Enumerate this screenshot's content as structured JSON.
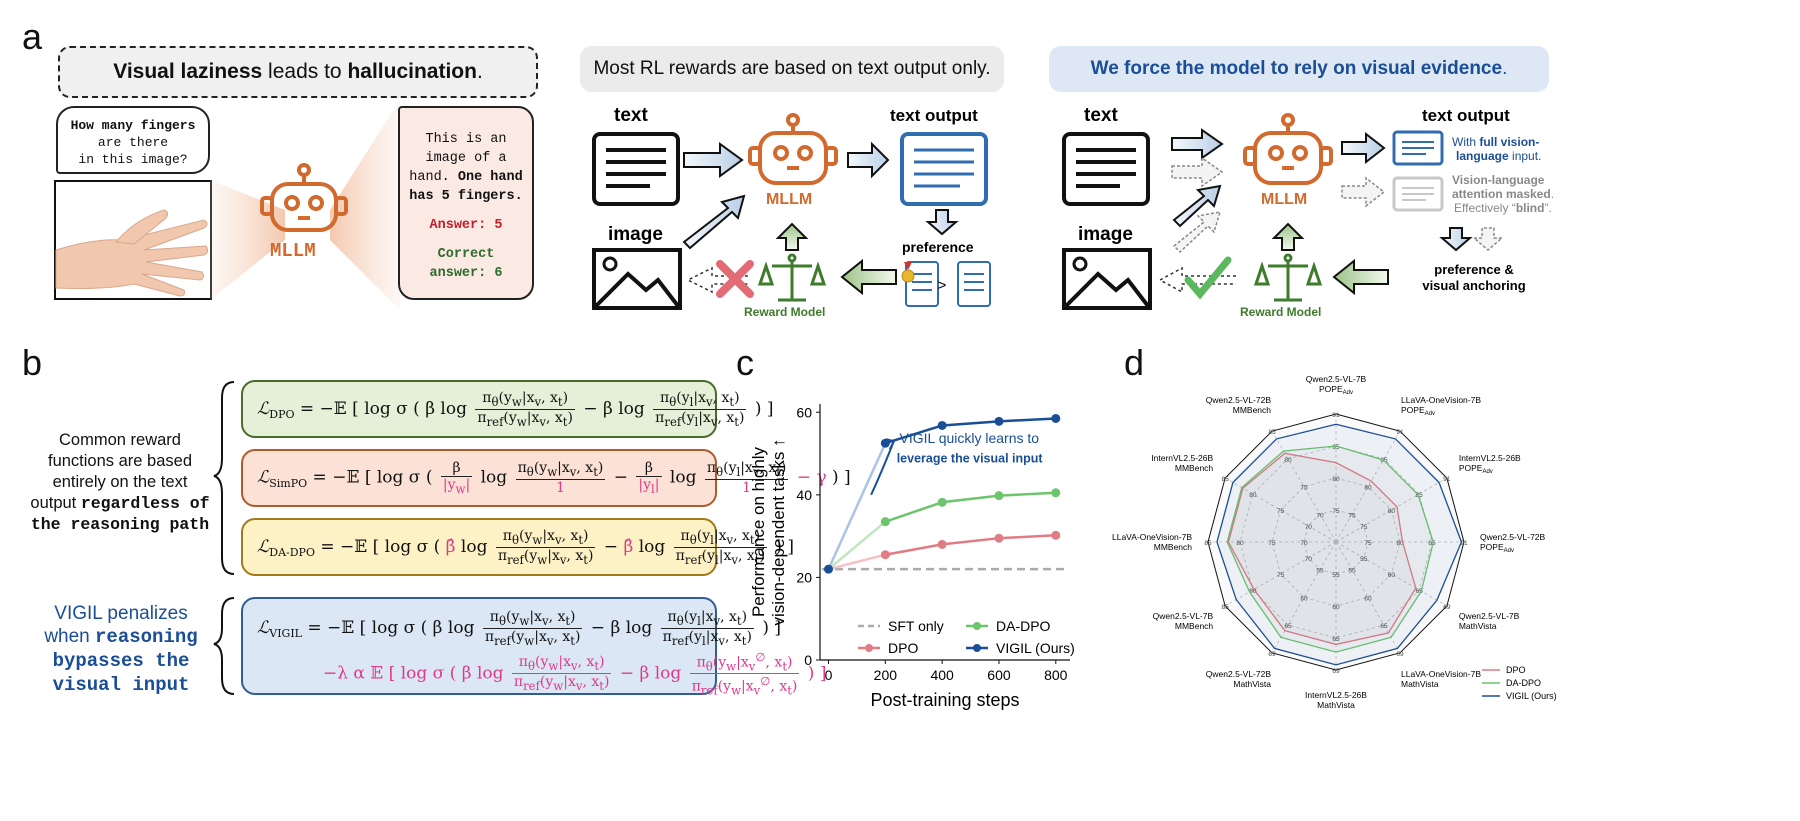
{
  "panels": {
    "a": "a",
    "b": "b",
    "c": "c",
    "d": "d"
  },
  "panel_a": {
    "left_banner": {
      "bold1": "Visual laziness",
      "mid": " leads to ",
      "bold2": "hallucination",
      "end": "."
    },
    "question_lines": [
      "How many fingers",
      "are there",
      "in this image?"
    ],
    "mllm_label": "MLLM",
    "answer_text": {
      "l1": "This is an",
      "l2": "image of a",
      "l3a": "hand. ",
      "l3b": "One hand",
      "l4": "has 5 fingers.",
      "answer": "Answer: 5",
      "correct1": "Correct",
      "correct2": "answer: 6"
    },
    "middle_banner": "Most RL rewards are based on text output only.",
    "middle": {
      "text": "text",
      "image": "image",
      "mllm": "MLLM",
      "text_output": "text output",
      "preference": "preference",
      "reward_model": "Reward Model",
      "gt": ">"
    },
    "right_banner": {
      "bold": "We force the model to rely on visual evidence",
      "end": "."
    },
    "right": {
      "text": "text",
      "image": "image",
      "mllm": "MLLM",
      "text_output": "text output",
      "full_a": "With ",
      "full_b": "full vision-",
      "full_c": "language",
      "full_d": " input.",
      "masked_a": "Vision-language",
      "masked_b": "attention masked",
      "masked_c": ".",
      "masked_d": "Effectively “",
      "masked_e": "blind",
      "masked_f": "”.",
      "pref1": "preference &",
      "pref2": "visual anchoring",
      "reward_model": "Reward Model"
    }
  },
  "panel_b": {
    "common_lines": [
      "Common reward",
      "functions are based",
      "entirely on the text",
      "output "
    ],
    "common_bold": [
      "regardless of",
      "the reasoning path"
    ],
    "vigil_lines": [
      "VIGIL penalizes",
      "when "
    ],
    "vigil_bold": [
      "reasoning",
      "bypasses the",
      "visual input"
    ],
    "eq_dpo_label": "DPO",
    "eq_simpo_label": "SimPO",
    "eq_dadpo_label": "DA-DPO",
    "eq_vigil_label": "VIGIL"
  },
  "chart_data": [
    {
      "type": "line",
      "x": [
        0,
        200,
        400,
        600,
        800
      ],
      "series": [
        {
          "name": "SFT only",
          "values": [
            22,
            22,
            22,
            22,
            22
          ],
          "color": "#aaaaaa"
        },
        {
          "name": "DPO",
          "values": [
            22,
            25.5,
            28,
            29.5,
            30.2
          ],
          "color": "#e07c84"
        },
        {
          "name": "DA-DPO",
          "values": [
            22,
            33.5,
            38.2,
            39.8,
            40.5
          ],
          "color": "#6cc46c"
        },
        {
          "name": "VIGIL (Ours)",
          "values": [
            22,
            52.5,
            56.8,
            57.8,
            58.5
          ],
          "color": "#1a4e96"
        }
      ],
      "xlabel": "Post-training steps",
      "ylabel_lines": [
        "Performance on highly",
        "vision-dependent tasks ↑"
      ],
      "xticks": [
        0,
        200,
        400,
        600,
        800
      ],
      "yticks": [
        0,
        20,
        40,
        60
      ],
      "ylim": [
        0,
        62
      ],
      "annotation": {
        "l1": "VIGIL quickly learns to",
        "l2": "leverage the visual input"
      },
      "legend": "bottom"
    },
    {
      "type": "radar",
      "axes": [
        {
          "l1": "Qwen2.5-VL-7B",
          "l2": "POPE",
          "sub": "Adv",
          "ticks": [
            "75",
            "80",
            "85",
            "91"
          ]
        },
        {
          "l1": "LLaVA-OneVision-7B",
          "l2": "POPE",
          "sub": "Adv",
          "ticks": [
            "75",
            "80",
            "85",
            "91"
          ]
        },
        {
          "l1": "InternVL2.5-26B",
          "l2": "POPE",
          "sub": "Adv",
          "ticks": [
            "75",
            "80",
            "85",
            "91"
          ]
        },
        {
          "l1": "Qwen2.5-VL-72B",
          "l2": "POPE",
          "sub": "Adv",
          "ticks": [
            "75",
            "80",
            "85",
            "91"
          ]
        },
        {
          "l1": "Qwen2.5-VL-7B",
          "l2": "MathVista",
          "sub": "",
          "ticks": [
            "55",
            "60",
            "65",
            "69"
          ]
        },
        {
          "l1": "LLaVA-OneVision-7B",
          "l2": "MathVista",
          "sub": "",
          "ticks": [
            "55",
            "60",
            "65",
            "69"
          ]
        },
        {
          "l1": "InternVL2.5-26B",
          "l2": "MathVista",
          "sub": "",
          "ticks": [
            "55",
            "60",
            "65",
            "69"
          ]
        },
        {
          "l1": "Qwen2.5-VL-72B",
          "l2": "MathVista",
          "sub": "",
          "ticks": [
            "55",
            "60",
            "65",
            "69"
          ]
        },
        {
          "l1": "Qwen2.5-VL-7B",
          "l2": "MMBench",
          "sub": "",
          "ticks": [
            "70",
            "75",
            "80",
            "85"
          ]
        },
        {
          "l1": "LLaVA-OneVision-7B",
          "l2": "MMBench",
          "sub": "",
          "ticks": [
            "70",
            "75",
            "80",
            "85"
          ]
        },
        {
          "l1": "InternVL2.5-26B",
          "l2": "MMBench",
          "sub": "",
          "ticks": [
            "70",
            "75",
            "80",
            "85"
          ]
        },
        {
          "l1": "Qwen2.5-VL-72B",
          "l2": "MMBench",
          "sub": "",
          "ticks": [
            "70",
            "75",
            "80",
            "85"
          ]
        }
      ],
      "series": [
        {
          "name": "DPO",
          "values": [
            0.62,
            0.55,
            0.55,
            0.52,
            0.72,
            0.82,
            0.8,
            0.8,
            0.74,
            0.84,
            0.84,
            0.8
          ],
          "color": "#e07c84"
        },
        {
          "name": "DA-DPO",
          "values": [
            0.75,
            0.74,
            0.74,
            0.76,
            0.77,
            0.86,
            0.86,
            0.86,
            0.78,
            0.85,
            0.85,
            0.82
          ],
          "color": "#6cc46c"
        },
        {
          "name": "VIGIL (Ours)",
          "values": [
            0.92,
            0.93,
            0.93,
            0.98,
            0.91,
            0.96,
            0.96,
            0.96,
            0.9,
            0.93,
            0.93,
            0.93
          ],
          "color": "#1a4e96"
        }
      ],
      "legend": "bottom-right"
    }
  ]
}
